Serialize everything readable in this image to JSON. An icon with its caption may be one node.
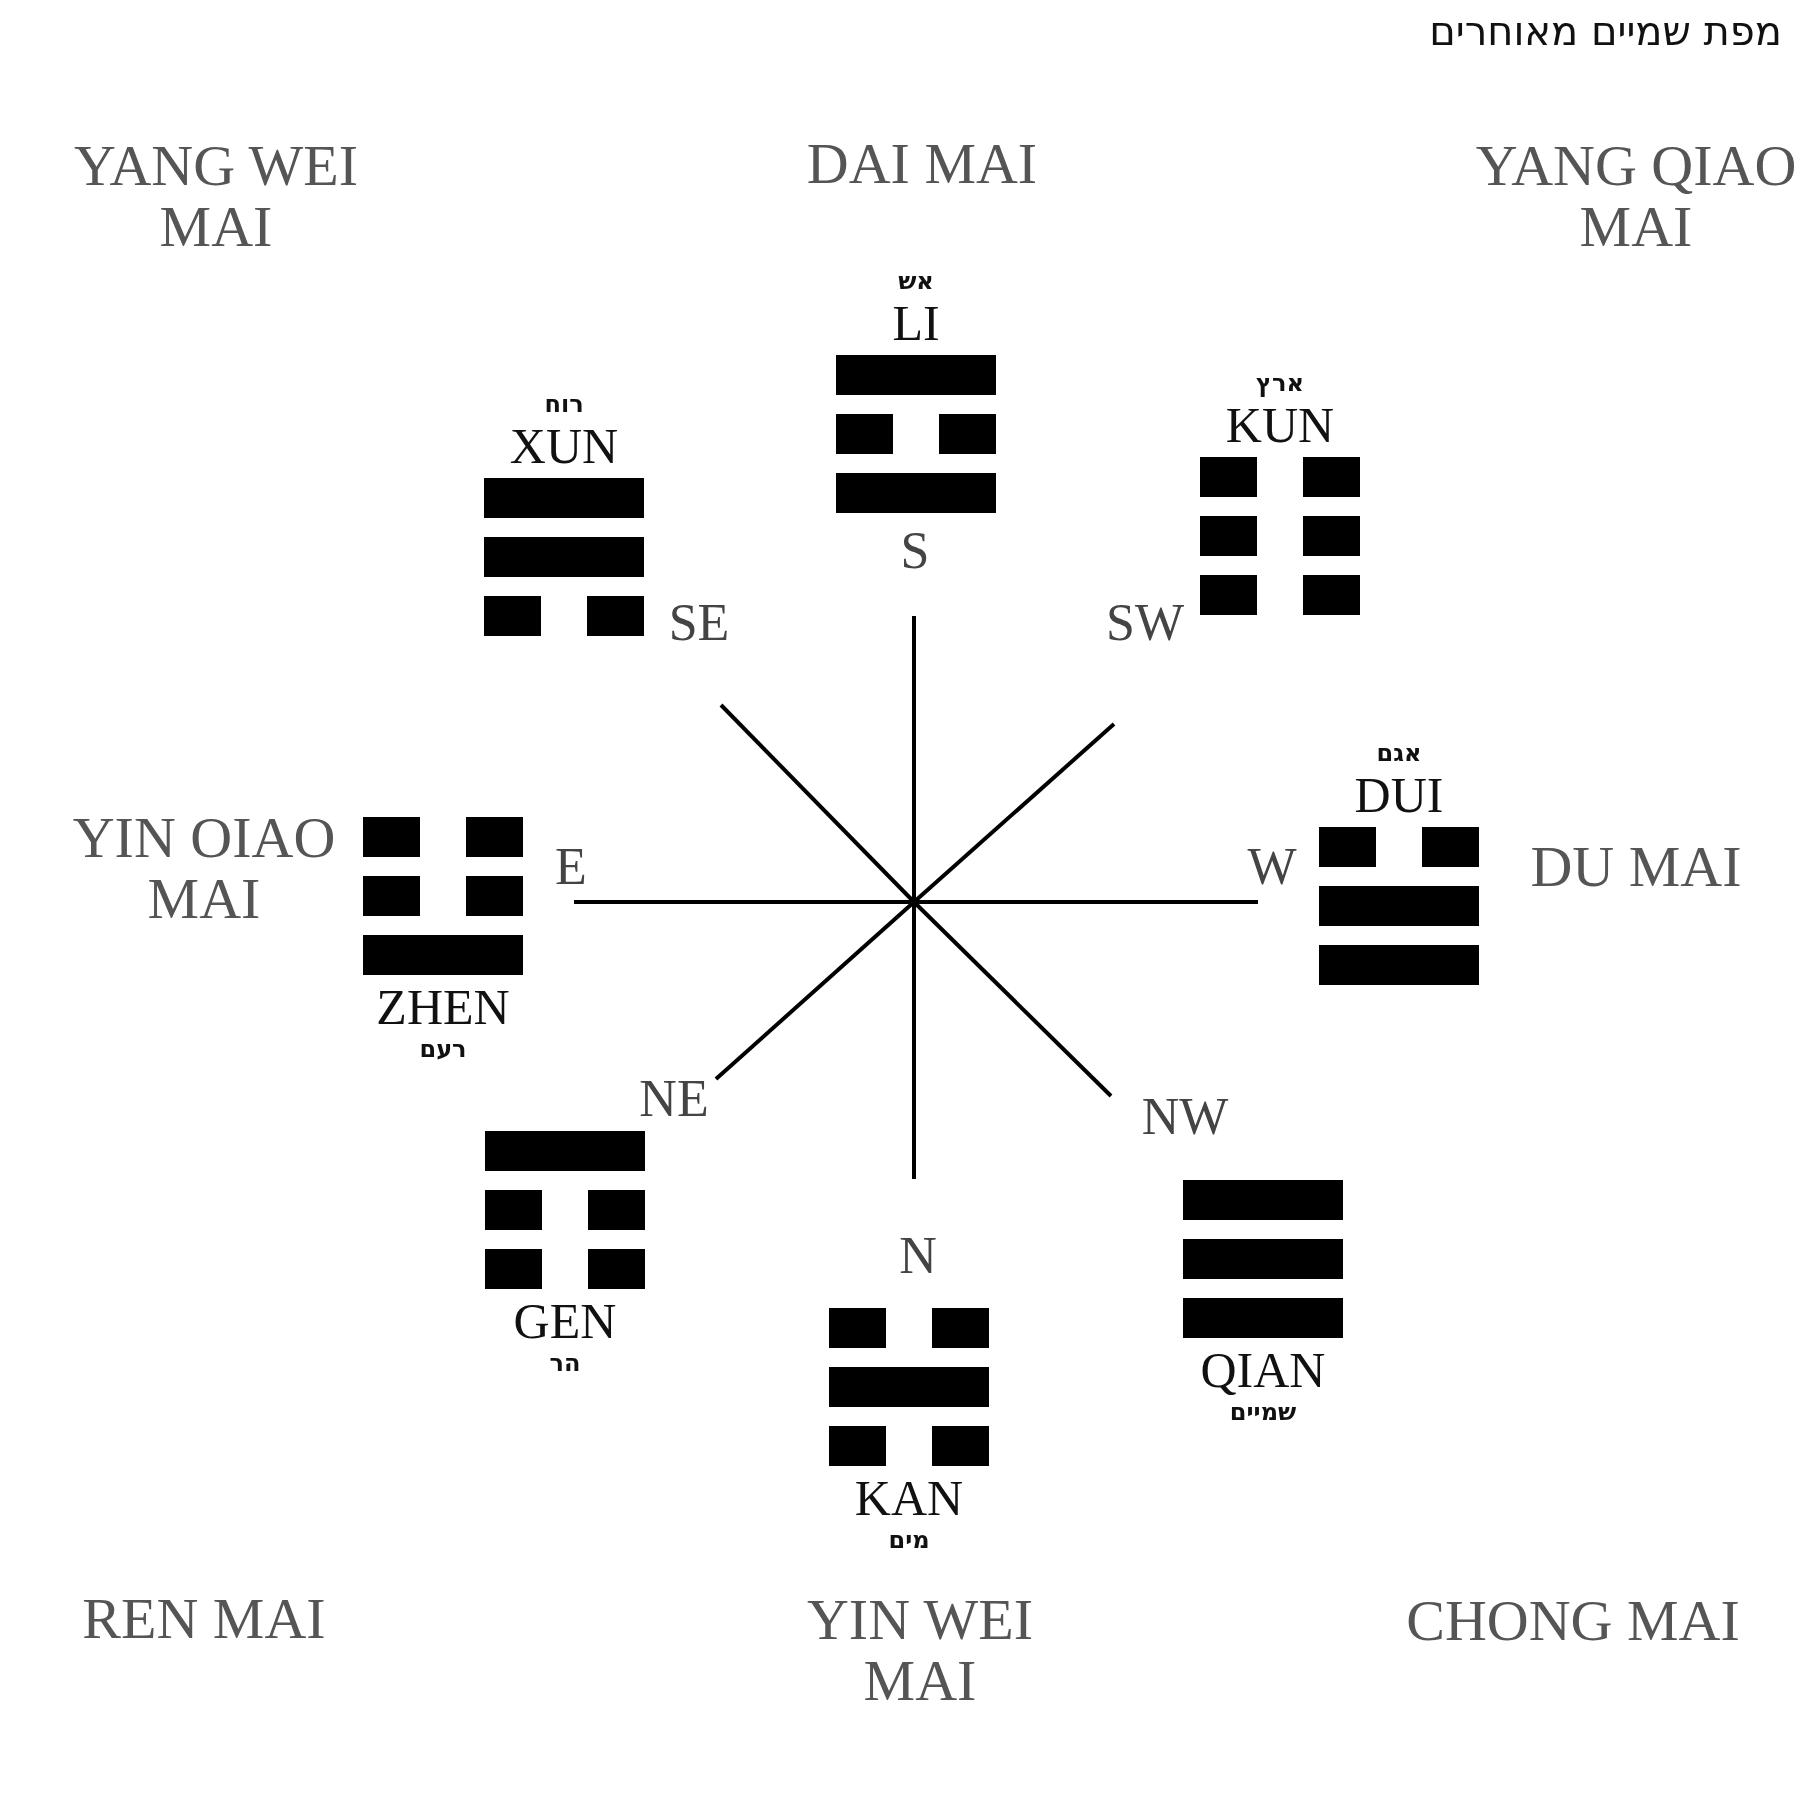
{
  "diagram": {
    "title": "מפת שמיים מאוחרים",
    "nodes": [
      {
        "text": [
          "רוח",
          "XUN"
        ]
      },
      {
        "text": [
          "אש",
          "LI"
        ]
      },
      {
        "text": [
          "ארץ",
          "KUN"
        ]
      },
      {
        "text": [
          "אגם",
          "DUI"
        ]
      },
      {
        "text": [
          "ZHEN",
          "רעם"
        ]
      },
      {
        "text": [
          "GEN",
          "הר"
        ]
      },
      {
        "text": [
          "KAN",
          "מים"
        ]
      },
      {
        "text": [
          "QIAN",
          "שמיים"
        ]
      }
    ],
    "labels": [
      "YANG WEI MAI",
      "DAI MAI",
      "YANG QIAO MAI",
      "S",
      "SE",
      "SW",
      "YIN OIAO MAI",
      "E",
      "W",
      "DU MAI",
      "NE",
      "NW",
      "N",
      "REN MAI",
      "YIN WEI MAI",
      "CHONG MAI"
    ]
  }
}
